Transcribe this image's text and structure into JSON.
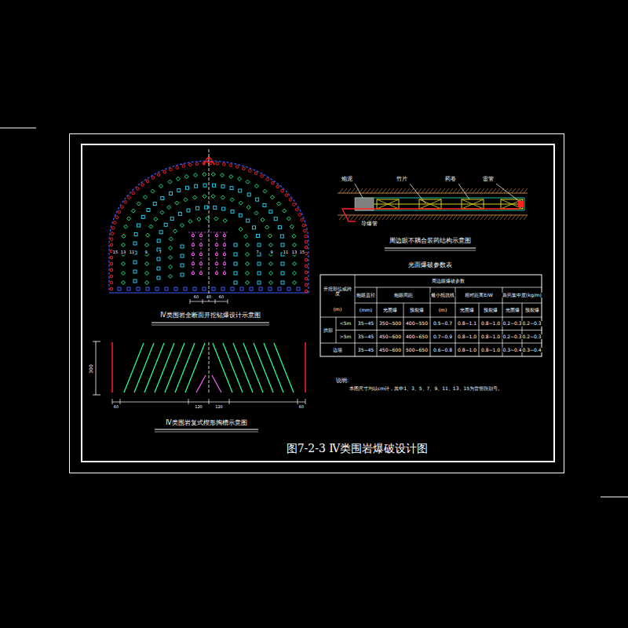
{
  "diagram": {
    "title": "图7-2-3  Ⅳ类围岩爆破设计图",
    "labels": [
      "炮泥",
      "竹片",
      "药卷",
      "雷管",
      "导爆管",
      "周边眼不耦合装药结构示意图",
      "光面爆破参数表",
      "开挖部位或跨度",
      "(m)",
      "周边眼爆破参数",
      "炮眼直径",
      "炮眼间距",
      "最小抵抗线",
      "相对距离E/W",
      "装药集中度(kg/m)",
      "(mm)",
      "光面爆",
      "预裂爆",
      "(m)",
      "光面爆",
      "预裂爆",
      "光面爆",
      "预裂爆",
      "拱部",
      "<5m",
      "35~45",
      "350~500",
      "400~550",
      "0.5~0.7",
      "0.8~1.1",
      "0.8~1.0",
      "0.2~0.3",
      "0.2~0.3",
      ">5m",
      "35~45",
      "450~600",
      "400~650",
      "0.7~0.9",
      "0.8~1.0",
      "0.8~1.0",
      "0.2~0.3",
      "0.2~0.3",
      "边墙",
      "35~45",
      "450~600",
      "500~650",
      "0.6~0.8",
      "0.8~1.0",
      "0.8~1.0",
      "0.3~0.4",
      "0.3~0.4",
      "说明:",
      "本图尺寸均以cm计，其中1、3、5、7、9、11、13、15为雷管段别号。",
      "Ⅳ类围岩全断面开挖钻爆设计示意图",
      "60",
      "40",
      "60",
      "15",
      "13",
      "11",
      "9",
      "7",
      "7",
      "9",
      "11",
      "13",
      "15",
      "300",
      "60",
      "120",
      "120",
      "60",
      "Ⅳ类围岩复式楔形掏槽示意图"
    ]
  }
}
